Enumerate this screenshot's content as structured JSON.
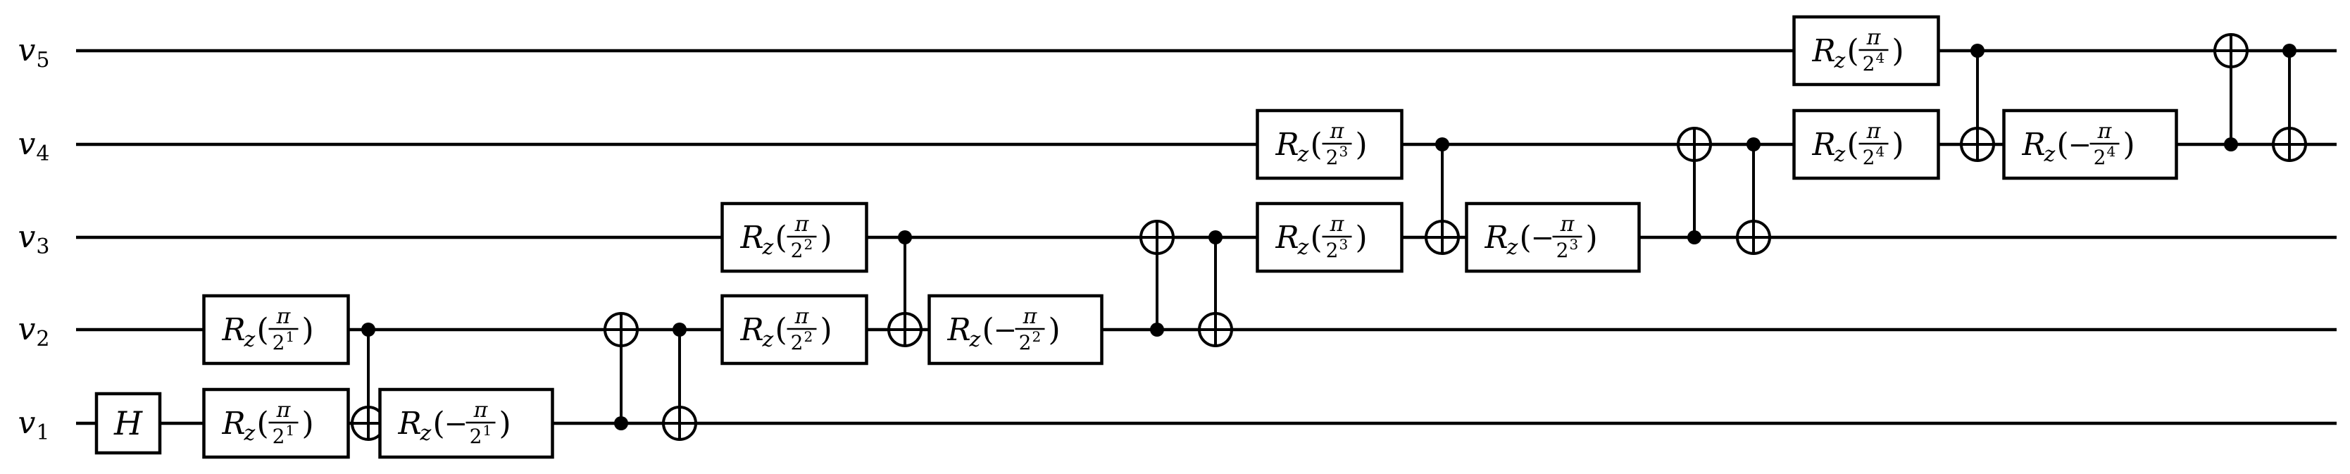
{
  "diagram": {
    "type": "quantum-circuit",
    "qubits": [
      {
        "id": "v5",
        "base": "v",
        "sub": "5"
      },
      {
        "id": "v4",
        "base": "v",
        "sub": "4"
      },
      {
        "id": "v3",
        "base": "v",
        "sub": "3"
      },
      {
        "id": "v2",
        "base": "v",
        "sub": "2"
      },
      {
        "id": "v1",
        "base": "v",
        "sub": "1"
      }
    ],
    "gates": [
      {
        "type": "H",
        "qubit": "v1",
        "label": "H"
      },
      {
        "type": "Rz",
        "qubit": "v2",
        "label": "R",
        "sub": "z",
        "num": "π",
        "exp": "1",
        "sign": ""
      },
      {
        "type": "Rz",
        "qubit": "v1",
        "label": "R",
        "sub": "z",
        "num": "π",
        "exp": "1",
        "sign": ""
      },
      {
        "type": "CNOT",
        "control": "v2",
        "target": "v1"
      },
      {
        "type": "Rz",
        "qubit": "v1",
        "label": "R",
        "sub": "z",
        "num": "π",
        "exp": "1",
        "sign": "−"
      },
      {
        "type": "CNOT",
        "control": "v1",
        "target": "v2"
      },
      {
        "type": "CNOT",
        "control": "v2",
        "target": "v1"
      },
      {
        "type": "Rz",
        "qubit": "v3",
        "label": "R",
        "sub": "z",
        "num": "π",
        "exp": "2",
        "sign": ""
      },
      {
        "type": "Rz",
        "qubit": "v2",
        "label": "R",
        "sub": "z",
        "num": "π",
        "exp": "2",
        "sign": ""
      },
      {
        "type": "CNOT",
        "control": "v3",
        "target": "v2"
      },
      {
        "type": "Rz",
        "qubit": "v2",
        "label": "R",
        "sub": "z",
        "num": "π",
        "exp": "2",
        "sign": "−"
      },
      {
        "type": "CNOT",
        "control": "v2",
        "target": "v3"
      },
      {
        "type": "CNOT",
        "control": "v3",
        "target": "v2"
      },
      {
        "type": "Rz",
        "qubit": "v4",
        "label": "R",
        "sub": "z",
        "num": "π",
        "exp": "3",
        "sign": ""
      },
      {
        "type": "Rz",
        "qubit": "v3",
        "label": "R",
        "sub": "z",
        "num": "π",
        "exp": "3",
        "sign": ""
      },
      {
        "type": "CNOT",
        "control": "v4",
        "target": "v3"
      },
      {
        "type": "Rz",
        "qubit": "v3",
        "label": "R",
        "sub": "z",
        "num": "π",
        "exp": "3",
        "sign": "−"
      },
      {
        "type": "CNOT",
        "control": "v3",
        "target": "v4"
      },
      {
        "type": "CNOT",
        "control": "v4",
        "target": "v3"
      },
      {
        "type": "Rz",
        "qubit": "v5",
        "label": "R",
        "sub": "z",
        "num": "π",
        "exp": "4",
        "sign": ""
      },
      {
        "type": "Rz",
        "qubit": "v4",
        "label": "R",
        "sub": "z",
        "num": "π",
        "exp": "4",
        "sign": ""
      },
      {
        "type": "CNOT",
        "control": "v5",
        "target": "v4"
      },
      {
        "type": "Rz",
        "qubit": "v4",
        "label": "R",
        "sub": "z",
        "num": "π",
        "exp": "4",
        "sign": "−"
      },
      {
        "type": "CNOT",
        "control": "v4",
        "target": "v5"
      },
      {
        "type": "CNOT",
        "control": "v5",
        "target": "v4"
      }
    ]
  }
}
